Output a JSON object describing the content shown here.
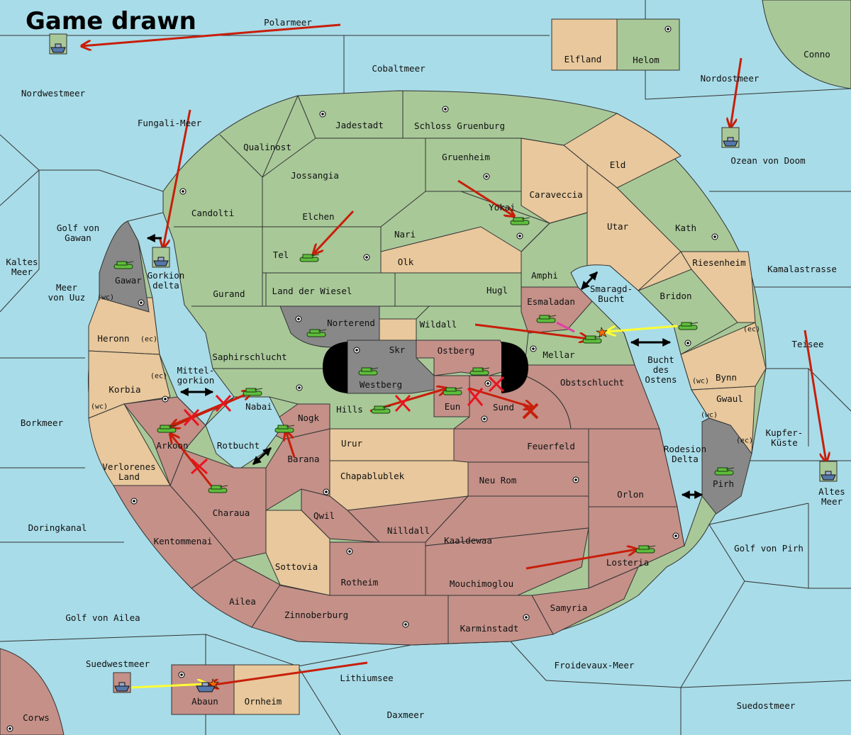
{
  "status": "Game drawn",
  "colors": {
    "sea": "#a8dce8",
    "green": "#a8c898",
    "tan": "#e8c89c",
    "red": "#c49088",
    "gray": "#888888",
    "order_arrow": "#c81e0a",
    "support_arrow": "#ffff33",
    "convoy_arrow": "#e040a0",
    "failed_mark": "#e8141e"
  },
  "icons": {
    "army": "tank-icon",
    "fleet": "ship-icon",
    "supply_center": "supply-center-dot-icon",
    "dislodged": "x-mark-icon",
    "battle": "explosion-icon"
  },
  "regions": {
    "polarmeer": "Polarmeer",
    "cobaltmeer": "Cobaltmeer",
    "elfland": "Elfland",
    "helom": "Helom",
    "conno": "Conno",
    "nordostmeer": "Nordostmeer",
    "nordwestmeer": "Nordwestmeer",
    "fungali_meer": "Fungali-Meer",
    "ozean_von_doom": "Ozean von Doom",
    "jadestadt": "Jadestadt",
    "schloss_gruenburg": "Schloss Gruenburg",
    "qualinost": "Qualinost",
    "gruenheim": "Gruenheim",
    "eld": "Eld",
    "jossangia": "Jossangia",
    "caraveccia": "Caraveccia",
    "candolti": "Candolti",
    "yokai": "Yokai",
    "elchen": "Elchen",
    "utar": "Utar",
    "kath": "Kath",
    "golf_von_gawan": "Golf von\nGawan",
    "nari": "Nari",
    "tel": "Tel",
    "olk": "Olk",
    "gawar": "Gawar",
    "gorkion_delta": "Gorkion\ndelta",
    "kaltes_meer": "Kaltes\nMeer",
    "amphi": "Amphi",
    "riesenheim": "Riesenheim",
    "kamalastrasse": "Kamalastrasse",
    "meer_von_uuz": "Meer\nvon Uuz",
    "gurand": "Gurand",
    "land_der_wiesel": "Land der Wiesel",
    "hugl": "Hugl",
    "smaragd_bucht": "Smaragd-\nBucht",
    "bridon": "Bridon",
    "esmaladan": "Esmaladan",
    "norterend": "Norterend",
    "wildall": "Wildall",
    "heronn": "Heronn",
    "teisee": "Teisee",
    "skr": "Skr",
    "ostberg": "Ostberg",
    "mellar": "Mellar",
    "saphirschlucht": "Saphirschlucht",
    "bucht_des_ostens": "Bucht\ndes\nOstens",
    "mittelgorkion": "Mittel-\ngorkion",
    "westberg": "Westberg",
    "bynn": "Bynn",
    "obstschlucht": "Obstschlucht",
    "korbia": "Korbia",
    "gwaul": "Gwaul",
    "nabai": "Nabai",
    "hills": "Hills",
    "eun": "Eun",
    "sund": "Sund",
    "nogk": "Nogk",
    "borkmeer": "Borkmeer",
    "kupfer_kueste": "Kupfer-\nKüste",
    "urur": "Urur",
    "arkoon": "Arkoon",
    "rotbucht": "Rotbucht",
    "feuerfeld": "Feuerfeld",
    "rodesion_delta": "Rodesion\nDelta",
    "barana": "Barana",
    "verlorenes_land": "Verlorenes\nLand",
    "chapablublek": "Chapablublek",
    "neu_rom": "Neu Rom",
    "pirh": "Pirh",
    "altes_meer": "Altes\nMeer",
    "orlon": "Orlon",
    "charaua": "Charaua",
    "qwil": "Qwil",
    "doringkanal": "Doringkanal",
    "nilldall": "Nilldall",
    "kaaldewaa": "Kaaldewaa",
    "kentommenai": "Kentommenai",
    "golf_von_pirh": "Golf von Pirh",
    "losteria": "Losteria",
    "sottovia": "Sottovia",
    "rotheim": "Rotheim",
    "mouchimoglou": "Mouchimoglou",
    "ailea": "Ailea",
    "samyria": "Samyria",
    "zinnoberburg": "Zinnoberburg",
    "golf_von_ailea": "Golf von Ailea",
    "karminstadt": "Karminstadt",
    "suedwestmeer": "Suedwestmeer",
    "froidevaux_meer": "Froidevaux-Meer",
    "lithiumsee": "Lithiumsee",
    "abaun": "Abaun",
    "ornheim": "Ornheim",
    "suedostmeer": "Suedostmeer",
    "daxmeer": "Daxmeer",
    "corws": "Corws"
  },
  "coasts": {
    "wc": "(wc)",
    "ec": "(ec)"
  }
}
